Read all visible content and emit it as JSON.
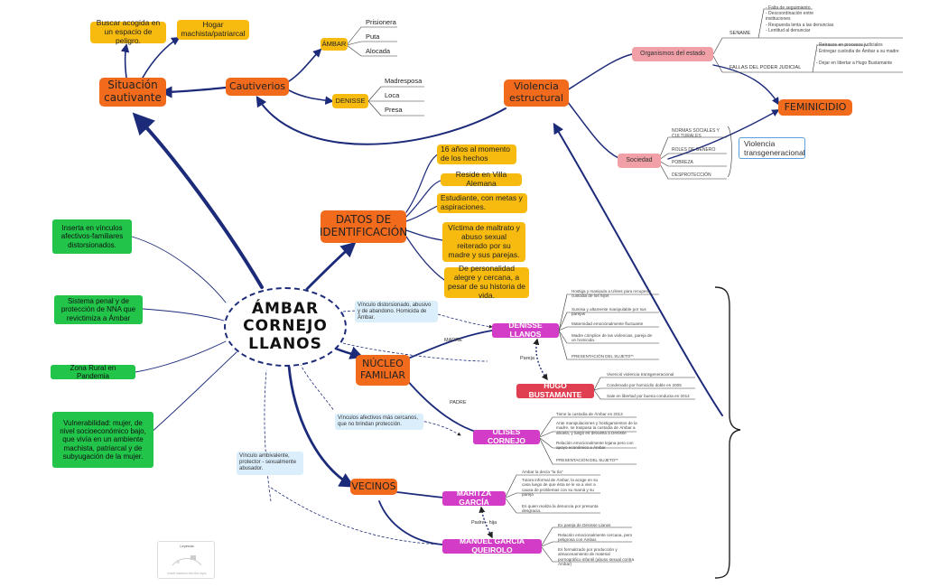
{
  "center": "ÁMBAR CORNEJO LLANOS",
  "situacion": {
    "title": "Situación cautivante",
    "items": [
      "Buscar acogida en un espacio de peligro.",
      "Hogar machista/patriarcal"
    ]
  },
  "cautiverios": {
    "title": "Cautiverios",
    "ambar": {
      "label": "ÁMBAR",
      "items": [
        "Prisionera",
        "Puta",
        "Alocada"
      ]
    },
    "denisse": {
      "label": "DENISSE",
      "items": [
        "Madresposa",
        "Loca",
        "Presa"
      ]
    }
  },
  "violencia": {
    "title": "Violencia estructural",
    "organismos": {
      "label": "Organismos del estado",
      "sename": {
        "label": "SENAME",
        "items": [
          "- Falta de seguimiento",
          "- Descoordinación entre instituciones",
          "- Respuesta lenta a las denuncias",
          "- Lentitud al denunciar"
        ]
      },
      "fallas": {
        "label": "FALLAS DEL PODER JUDICIAL",
        "items": [
          "- Retrasos en procesos judiciales",
          "- Entregar custodia de Ámbar a su madre",
          "- Dejar en libertar a Hugo Bustamante"
        ]
      }
    },
    "femicidio": "FEMINICIDIO",
    "sociedad": {
      "label": "Sociedad",
      "items": [
        "NORMAS SOCIALES Y CULTURALES",
        "ROLES DE GÉNERO",
        "POBREZA",
        "DESPROTECCIÓN"
      ],
      "summary": "Violencia transgeneracional"
    }
  },
  "datos": {
    "title": "DATOS DE IDENTIFICACIÓN",
    "items": [
      "16 años al momento de los hechos",
      "Reside en Villa Alemana",
      "Estudiante, con metas y aspiraciones.",
      "Víctima de maltrato y abuso sexual reiterado por su madre y sus parejas.",
      "De personalidad alegre y cercana, a pesar de su historia de vida."
    ]
  },
  "left_notes": [
    "Inserta en vínculos afectivos-familiares distorsionados.",
    "Sistema penal y de protección de NNA que revictimiza a Ámbar",
    "Zona Rural en Pandemia",
    "Vulnerabilidad: mujer, de nivel socioeconómico bajo, que vivía en un ambiente machista, patriarcal y de subyugación de la mujer."
  ],
  "nucleo": {
    "title": "NÚCLEO FAMILIAR",
    "madre_label": "MADRE",
    "padre_label": "PADRE",
    "pareja_label": "Pareja",
    "vinculo_denisse": "Vínculo distorsionado, abusivo y de abandono. Homicida de Ámbar.",
    "denisse": {
      "name": "DENISSE LLANOS",
      "items": [
        "Hostiga y manipula a Ulises para recuperar custodia de los hijos",
        "Sumisa y altamente manipulable por sus parejas",
        "Maternidad emocionalmente fluctuante",
        "Madre cómplice de las violencias, pareja de un homicida.",
        "PRESENTACIÓN DEL SUJETO**"
      ]
    },
    "hugo": {
      "name": "HUGO BUSTAMANTE",
      "items": [
        "Vivenció violencia transgeneracional",
        "Condenado por homicidio doble en 2005",
        "Sale en libertad por buena conducta en 2014"
      ]
    },
    "vinculo_ulises": "Vínculos afectivos más cercanos, que no brindan protección.",
    "ulises": {
      "name": "ULISES CORNEJO",
      "items": [
        "Tiene la custodia de Ámbar en 2013",
        "Ante manipulaciones y hostigamientos de la madre, se traspasa la custodia de Ámbar a abuela, y luego es devuelta a Denisse",
        "Relación emocionalmente lejana pero con apoyo económico a Ámbar",
        "PRESENTACIÓN DEL SUJETO**"
      ]
    }
  },
  "vecinos": {
    "title": "VECINOS",
    "padre_hija_label": "Padre - hija",
    "vinculo_manuel": "Vínculo ambivalente, protector - sexualmente abusador.",
    "maritza": {
      "name": "MARITZA GARCÍA",
      "items": [
        "Ámbar la decía \"la tía\"",
        "Tutora informal de Ámbar, la acoge en su casa luego de que ésta se le va a vivir a causa de problemas con su mamá y su pareja",
        "Es quien realiza la denuncia por presunta desgracia."
      ]
    },
    "manuel": {
      "name": "MANUEL GARCÍA QUEIROLO",
      "items": [
        "Ex pareja de Denisse Llanos",
        "Relación emocionalmente cercana, pero peligrosa con Ámbar.",
        "Es formalizado por producción y almacenamiento de material pornográfico infantil (abuso sexual contra Ámbar)"
      ]
    }
  },
  "legend": {
    "title": "Leyenda",
    "hint": "Insert markers into the topic"
  },
  "colors": {
    "orange": "#f26b1d",
    "yellow": "#f7bb10",
    "green": "#22c44a",
    "magenta": "#d23cc6",
    "red": "#e03f52",
    "pink": "#f0a0a6",
    "navy": "#1c2a7a"
  }
}
